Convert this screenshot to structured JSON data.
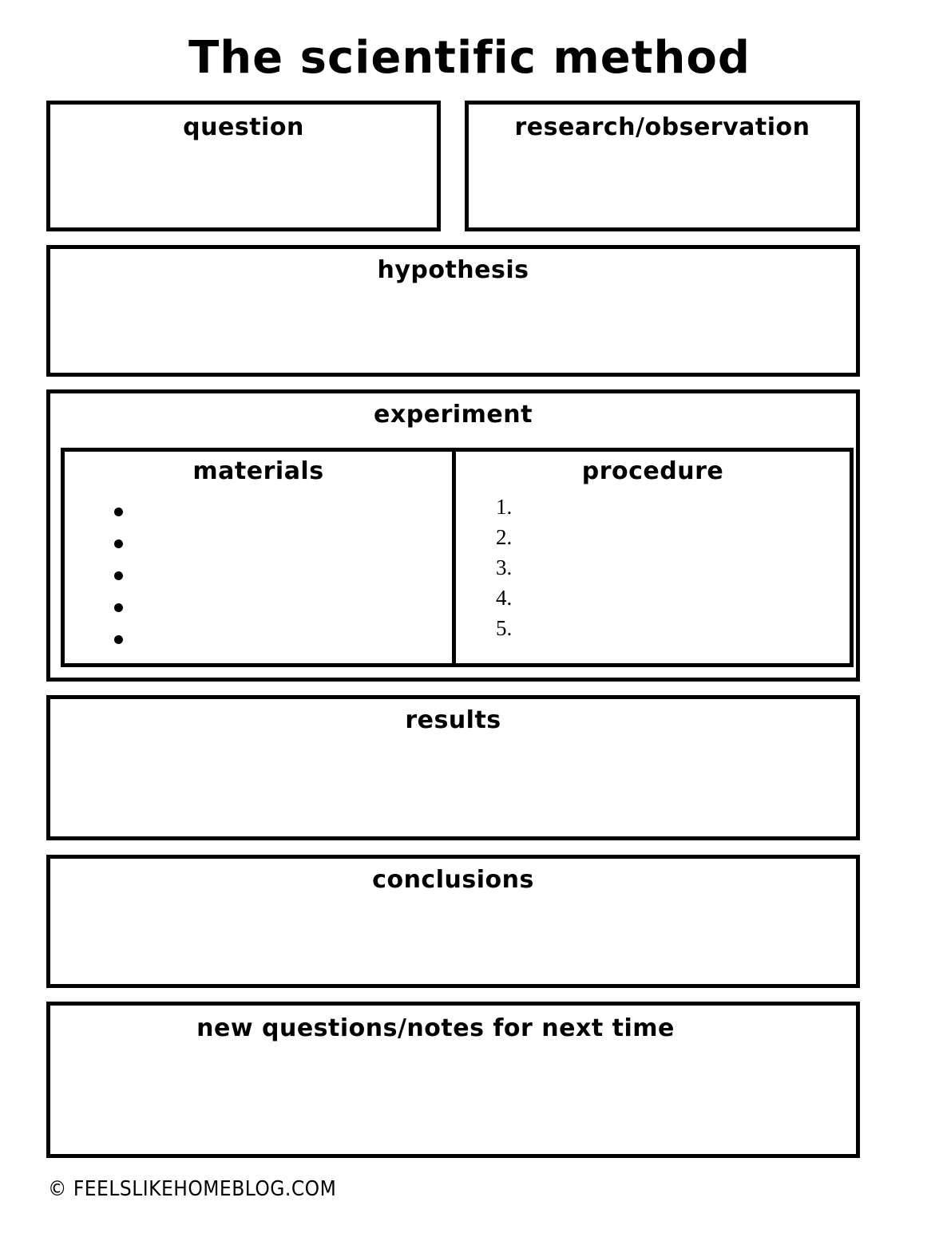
{
  "document": {
    "title": "The scientific method",
    "type": "printable-worksheet",
    "page_background": "#ffffff",
    "ink_color": "#000000"
  },
  "sections": {
    "question": {
      "label": "question"
    },
    "research": {
      "label": "research/observation"
    },
    "hypothesis": {
      "label": "hypothesis"
    },
    "experiment": {
      "label": "experiment",
      "materials": {
        "label": "materials",
        "bullet_glyph": "bullet-dot",
        "items": [
          "",
          "",
          "",
          "",
          ""
        ]
      },
      "procedure": {
        "label": "procedure",
        "items": [
          "1.",
          "2.",
          "3.",
          "4.",
          "5."
        ]
      }
    },
    "results": {
      "label": "results"
    },
    "conclusions": {
      "label": "conclusions"
    },
    "new_questions": {
      "label": "new questions/notes for next time"
    }
  },
  "footer": {
    "credit": "© feelslikehomeblog.com"
  }
}
